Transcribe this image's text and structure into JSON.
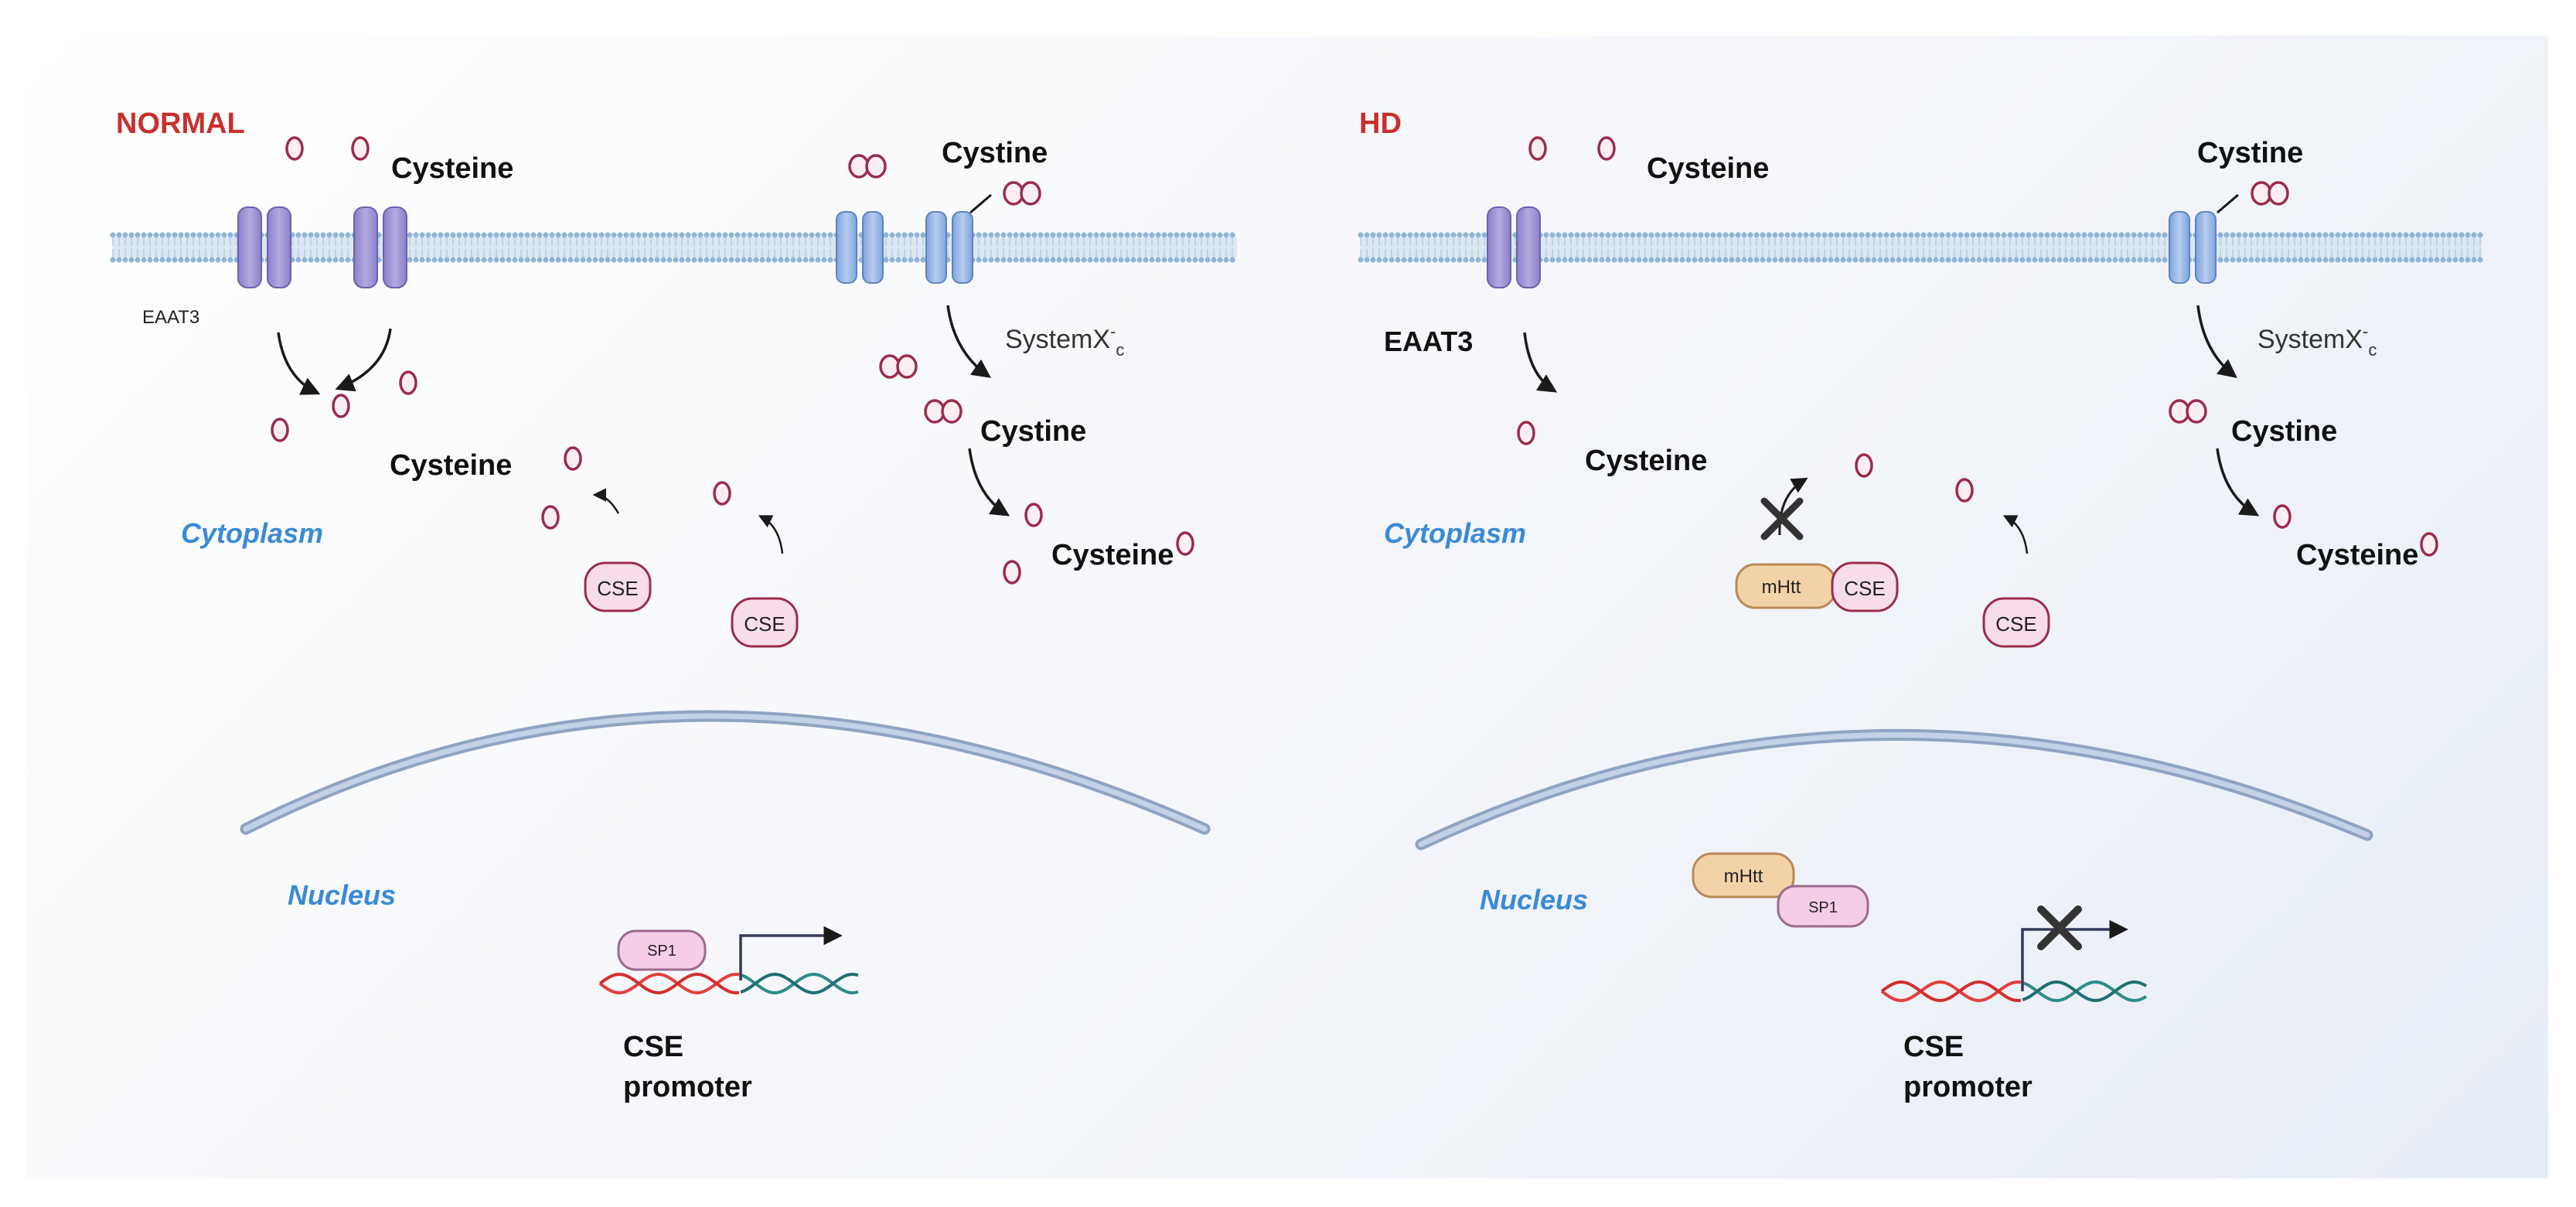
{
  "normal": {
    "condition": "NORMAL",
    "cysteine_outside": "Cysteine",
    "cystine_outside": "Cystine",
    "eaat3": "EAAT3",
    "systemxc": "SystemX",
    "systemxc_sup": "-",
    "systemxc_sub": "c",
    "cysteine_inside": "Cysteine",
    "cystine_inside": "Cystine",
    "cysteine_product": "Cysteine",
    "cytoplasm": "Cytoplasm",
    "cse1": "CSE",
    "cse2": "CSE",
    "nucleus": "Nucleus",
    "sp1": "SP1",
    "promoter_line1": "CSE",
    "promoter_line2": "promoter"
  },
  "hd": {
    "condition": "HD",
    "cysteine_outside": "Cysteine",
    "cystine_outside": "Cystine",
    "eaat3": "EAAT3",
    "systemxc": "SystemX",
    "systemxc_sup": "-",
    "systemxc_sub": "c",
    "cysteine_inside": "Cysteine",
    "cystine_inside": "Cystine",
    "cysteine_product": "Cysteine",
    "cytoplasm": "Cytoplasm",
    "mhtt_cyto": "mHtt",
    "cse1": "CSE",
    "cse2": "CSE",
    "nucleus": "Nucleus",
    "mhtt_nuc": "mHtt",
    "sp1": "SP1",
    "promoter_line1": "CSE",
    "promoter_line2": "promoter"
  },
  "colors": {
    "condition_label": "#c8302f",
    "compartment_label": "#3a8ad6",
    "eaat3_transporter": "#a99fd8",
    "systemxc_transporter": "#a8c4ec",
    "membrane_lipid": "#9fc0de",
    "molecule_outline": "#9b2d4c",
    "cse_enzyme": "#f5dbe8",
    "mhtt_protein": "#f3d2a7",
    "sp1_factor": "#f5cde6",
    "dna_red": "#e0403e",
    "dna_teal": "#2d8c88",
    "nuclear_envelope": "#a3b5cf"
  }
}
